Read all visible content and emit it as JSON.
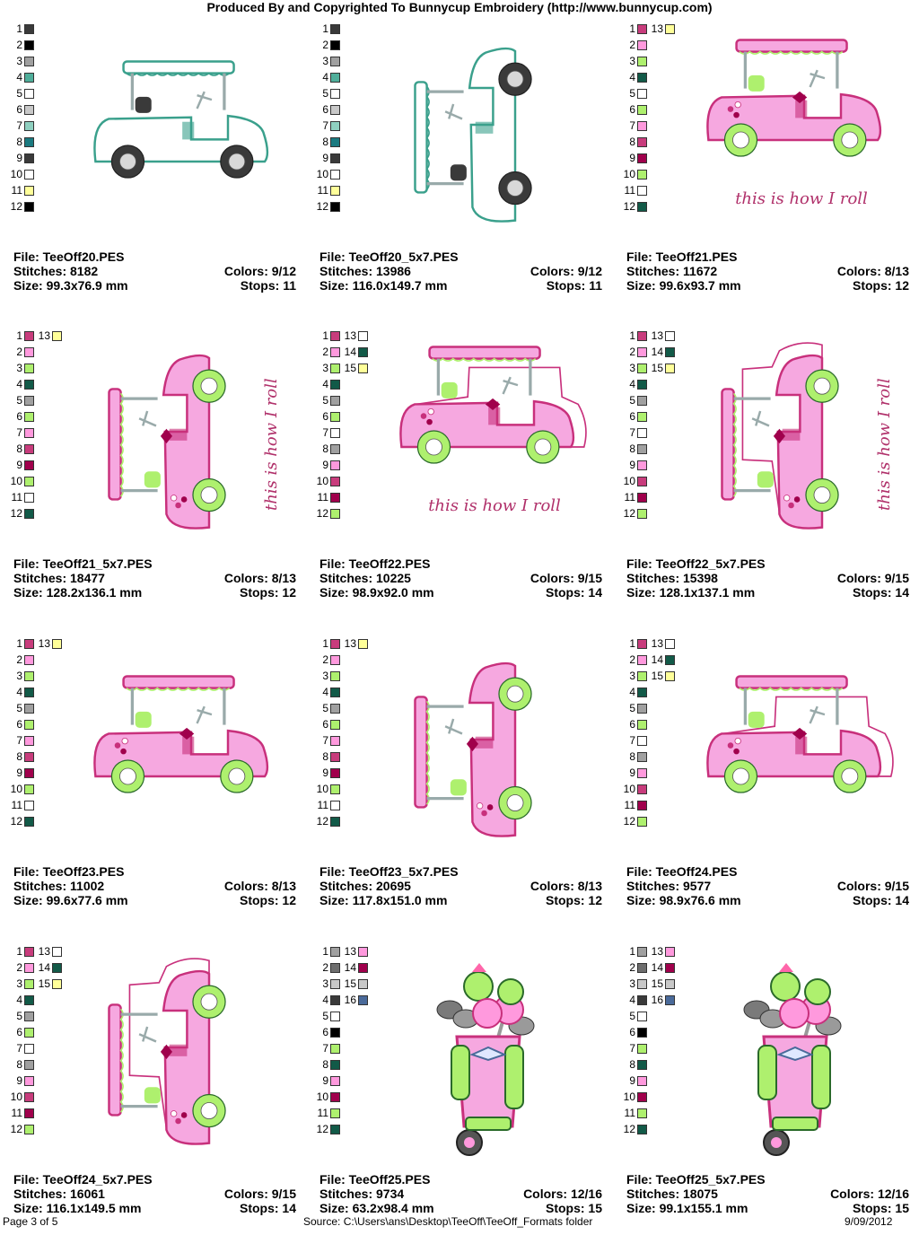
{
  "header": "Produced By and Copyrighted To Bunnycup Embroidery (http://www.bunnycup.com)",
  "footer": {
    "page": "Page 3 of 5",
    "source": "Source: C:\\Users\\ans\\Desktop\\TeeOff\\TeeOff_Formats folder",
    "date": "9/09/2012"
  },
  "labels": {
    "file": "File: ",
    "stitches": "Stitches: ",
    "size": "Size: ",
    "colors": "Colors: ",
    "stops": "Stops: "
  },
  "designs": [
    {
      "file": "TeeOff20.PES",
      "stitches": "8182",
      "size": "99.3x76.9 mm",
      "colors": "9/12",
      "stops": "11",
      "art": "teal_side",
      "palette": [
        [
          "1",
          "#3a3a3a"
        ],
        [
          "2",
          "#000000"
        ],
        [
          "3",
          "#a0a0a0"
        ],
        [
          "4",
          "#4fae9a"
        ],
        [
          "5",
          "#ffffff"
        ],
        [
          "6",
          "#c8c8c8"
        ],
        [
          "7",
          "#8fd0c0"
        ],
        [
          "8",
          "#1a7a80"
        ],
        [
          "9",
          "#3a3a3a"
        ],
        [
          "10",
          "#ffffff"
        ],
        [
          "11",
          "#ffff99"
        ],
        [
          "12",
          "#000000"
        ]
      ]
    },
    {
      "file": "TeeOff20_5x7.PES",
      "stitches": "13986",
      "size": "116.0x149.7 mm",
      "colors": "9/12",
      "stops": "11",
      "art": "teal_rot",
      "palette": [
        [
          "1",
          "#3a3a3a"
        ],
        [
          "2",
          "#000000"
        ],
        [
          "3",
          "#a0a0a0"
        ],
        [
          "4",
          "#4fae9a"
        ],
        [
          "5",
          "#ffffff"
        ],
        [
          "6",
          "#c8c8c8"
        ],
        [
          "7",
          "#8fd0c0"
        ],
        [
          "8",
          "#1a7a80"
        ],
        [
          "9",
          "#3a3a3a"
        ],
        [
          "10",
          "#ffffff"
        ],
        [
          "11",
          "#ffff99"
        ],
        [
          "12",
          "#000000"
        ]
      ]
    },
    {
      "file": "TeeOff21.PES",
      "stitches": "11672",
      "size": "99.6x93.7 mm",
      "colors": "8/13",
      "stops": "12",
      "art": "pink_side_text",
      "caption": "this is how I roll",
      "palette": [
        [
          "1",
          "#c83c7c"
        ],
        [
          "2",
          "#ff99dd"
        ],
        [
          "3",
          "#aef06e"
        ],
        [
          "4",
          "#125a48"
        ],
        [
          "5",
          "#ffffff"
        ],
        [
          "6",
          "#aef06e"
        ],
        [
          "7",
          "#ff99dd"
        ],
        [
          "8",
          "#c83c7c"
        ],
        [
          "9",
          "#a0004c"
        ],
        [
          "10",
          "#aef06e"
        ],
        [
          "11",
          "#ffffff"
        ],
        [
          "12",
          "#125a48"
        ]
      ],
      "palette2": [
        [
          "13",
          "#ffff99"
        ]
      ]
    },
    {
      "file": "TeeOff21_5x7.PES",
      "stitches": "18477",
      "size": "128.2x136.1 mm",
      "colors": "8/13",
      "stops": "12",
      "art": "pink_rot_text",
      "caption": "this is how I roll",
      "palette": [
        [
          "1",
          "#c83c7c"
        ],
        [
          "2",
          "#ff99dd"
        ],
        [
          "3",
          "#aef06e"
        ],
        [
          "4",
          "#125a48"
        ],
        [
          "5",
          "#a0a0a0"
        ],
        [
          "6",
          "#aef06e"
        ],
        [
          "7",
          "#ff99dd"
        ],
        [
          "8",
          "#c83c7c"
        ],
        [
          "9",
          "#a0004c"
        ],
        [
          "10",
          "#aef06e"
        ],
        [
          "11",
          "#ffffff"
        ],
        [
          "12",
          "#125a48"
        ]
      ],
      "palette2": [
        [
          "13",
          "#ffff99"
        ]
      ]
    },
    {
      "file": "TeeOff22.PES",
      "stitches": "10225",
      "size": "98.9x92.0 mm",
      "colors": "9/15",
      "stops": "14",
      "art": "pink_side_outline_text",
      "caption": "this is how I roll",
      "palette": [
        [
          "1",
          "#c83c7c"
        ],
        [
          "2",
          "#ff99dd"
        ],
        [
          "3",
          "#aef06e"
        ],
        [
          "4",
          "#125a48"
        ],
        [
          "5",
          "#a0a0a0"
        ],
        [
          "6",
          "#aef06e"
        ],
        [
          "7",
          "#ffffff"
        ],
        [
          "8",
          "#a0a0a0"
        ],
        [
          "9",
          "#ff99dd"
        ],
        [
          "10",
          "#c83c7c"
        ],
        [
          "11",
          "#a0004c"
        ],
        [
          "12",
          "#aef06e"
        ]
      ],
      "palette2": [
        [
          "13",
          "#ffffff"
        ],
        [
          "14",
          "#125a48"
        ],
        [
          "15",
          "#ffff99"
        ]
      ]
    },
    {
      "file": "TeeOff22_5x7.PES",
      "stitches": "15398",
      "size": "128.1x137.1 mm",
      "colors": "9/15",
      "stops": "14",
      "art": "pink_rot_outline_text",
      "caption": "this is how I roll",
      "palette": [
        [
          "1",
          "#c83c7c"
        ],
        [
          "2",
          "#ff99dd"
        ],
        [
          "3",
          "#aef06e"
        ],
        [
          "4",
          "#125a48"
        ],
        [
          "5",
          "#a0a0a0"
        ],
        [
          "6",
          "#aef06e"
        ],
        [
          "7",
          "#ffffff"
        ],
        [
          "8",
          "#a0a0a0"
        ],
        [
          "9",
          "#ff99dd"
        ],
        [
          "10",
          "#c83c7c"
        ],
        [
          "11",
          "#a0004c"
        ],
        [
          "12",
          "#aef06e"
        ]
      ],
      "palette2": [
        [
          "13",
          "#ffffff"
        ],
        [
          "14",
          "#125a48"
        ],
        [
          "15",
          "#ffff99"
        ]
      ]
    },
    {
      "file": "TeeOff23.PES",
      "stitches": "11002",
      "size": "99.6x77.6 mm",
      "colors": "8/13",
      "stops": "12",
      "art": "pink_side",
      "palette": [
        [
          "1",
          "#c83c7c"
        ],
        [
          "2",
          "#ff99dd"
        ],
        [
          "3",
          "#aef06e"
        ],
        [
          "4",
          "#125a48"
        ],
        [
          "5",
          "#a0a0a0"
        ],
        [
          "6",
          "#aef06e"
        ],
        [
          "7",
          "#ff99dd"
        ],
        [
          "8",
          "#c83c7c"
        ],
        [
          "9",
          "#a0004c"
        ],
        [
          "10",
          "#aef06e"
        ],
        [
          "11",
          "#ffffff"
        ],
        [
          "12",
          "#125a48"
        ]
      ],
      "palette2": [
        [
          "13",
          "#ffff99"
        ]
      ]
    },
    {
      "file": "TeeOff23_5x7.PES",
      "stitches": "20695",
      "size": "117.8x151.0 mm",
      "colors": "8/13",
      "stops": "12",
      "art": "pink_rot",
      "palette": [
        [
          "1",
          "#c83c7c"
        ],
        [
          "2",
          "#ff99dd"
        ],
        [
          "3",
          "#aef06e"
        ],
        [
          "4",
          "#125a48"
        ],
        [
          "5",
          "#a0a0a0"
        ],
        [
          "6",
          "#aef06e"
        ],
        [
          "7",
          "#ff99dd"
        ],
        [
          "8",
          "#c83c7c"
        ],
        [
          "9",
          "#a0004c"
        ],
        [
          "10",
          "#aef06e"
        ],
        [
          "11",
          "#ffffff"
        ],
        [
          "12",
          "#125a48"
        ]
      ],
      "palette2": [
        [
          "13",
          "#ffff99"
        ]
      ]
    },
    {
      "file": "TeeOff24.PES",
      "stitches": "9577",
      "size": "98.9x76.6 mm",
      "colors": "9/15",
      "stops": "14",
      "art": "pink_side_outline",
      "palette": [
        [
          "1",
          "#c83c7c"
        ],
        [
          "2",
          "#ff99dd"
        ],
        [
          "3",
          "#aef06e"
        ],
        [
          "4",
          "#125a48"
        ],
        [
          "5",
          "#a0a0a0"
        ],
        [
          "6",
          "#aef06e"
        ],
        [
          "7",
          "#ffffff"
        ],
        [
          "8",
          "#a0a0a0"
        ],
        [
          "9",
          "#ff99dd"
        ],
        [
          "10",
          "#c83c7c"
        ],
        [
          "11",
          "#a0004c"
        ],
        [
          "12",
          "#aef06e"
        ]
      ],
      "palette2": [
        [
          "13",
          "#ffffff"
        ],
        [
          "14",
          "#125a48"
        ],
        [
          "15",
          "#ffff99"
        ]
      ]
    },
    {
      "file": "TeeOff24_5x7.PES",
      "stitches": "16061",
      "size": "116.1x149.5 mm",
      "colors": "9/15",
      "stops": "14",
      "art": "pink_rot_outline",
      "palette": [
        [
          "1",
          "#c83c7c"
        ],
        [
          "2",
          "#ff99dd"
        ],
        [
          "3",
          "#aef06e"
        ],
        [
          "4",
          "#125a48"
        ],
        [
          "5",
          "#a0a0a0"
        ],
        [
          "6",
          "#aef06e"
        ],
        [
          "7",
          "#ffffff"
        ],
        [
          "8",
          "#a0a0a0"
        ],
        [
          "9",
          "#ff99dd"
        ],
        [
          "10",
          "#c83c7c"
        ],
        [
          "11",
          "#a0004c"
        ],
        [
          "12",
          "#aef06e"
        ]
      ],
      "palette2": [
        [
          "13",
          "#ffffff"
        ],
        [
          "14",
          "#125a48"
        ],
        [
          "15",
          "#ffff99"
        ]
      ]
    },
    {
      "file": "TeeOff25.PES",
      "stitches": "9734",
      "size": "63.2x98.4 mm",
      "colors": "12/16",
      "stops": "15",
      "art": "bag",
      "palette": [
        [
          "1",
          "#a0a0a0"
        ],
        [
          "2",
          "#6e6e6e"
        ],
        [
          "3",
          "#c8c8c8"
        ],
        [
          "4",
          "#3a3a3a"
        ],
        [
          "5",
          "#ffffff"
        ],
        [
          "6",
          "#000000"
        ],
        [
          "7",
          "#aef06e"
        ],
        [
          "8",
          "#125a48"
        ],
        [
          "9",
          "#ff99dd"
        ],
        [
          "10",
          "#a0004c"
        ],
        [
          "11",
          "#aef06e"
        ],
        [
          "12",
          "#125a48"
        ]
      ],
      "palette2": [
        [
          "13",
          "#ff99dd"
        ],
        [
          "14",
          "#a0004c"
        ],
        [
          "15",
          "#c8c8c8"
        ],
        [
          "16",
          "#4a6a9a"
        ]
      ]
    },
    {
      "file": "TeeOff25_5x7.PES",
      "stitches": "18075",
      "size": "99.1x155.1 mm",
      "colors": "12/16",
      "stops": "15",
      "art": "bag",
      "palette": [
        [
          "1",
          "#a0a0a0"
        ],
        [
          "2",
          "#6e6e6e"
        ],
        [
          "3",
          "#c8c8c8"
        ],
        [
          "4",
          "#3a3a3a"
        ],
        [
          "5",
          "#ffffff"
        ],
        [
          "6",
          "#000000"
        ],
        [
          "7",
          "#aef06e"
        ],
        [
          "8",
          "#125a48"
        ],
        [
          "9",
          "#ff99dd"
        ],
        [
          "10",
          "#a0004c"
        ],
        [
          "11",
          "#aef06e"
        ],
        [
          "12",
          "#125a48"
        ]
      ],
      "palette2": [
        [
          "13",
          "#ff99dd"
        ],
        [
          "14",
          "#a0004c"
        ],
        [
          "15",
          "#c8c8c8"
        ],
        [
          "16",
          "#4a6a9a"
        ]
      ]
    }
  ]
}
